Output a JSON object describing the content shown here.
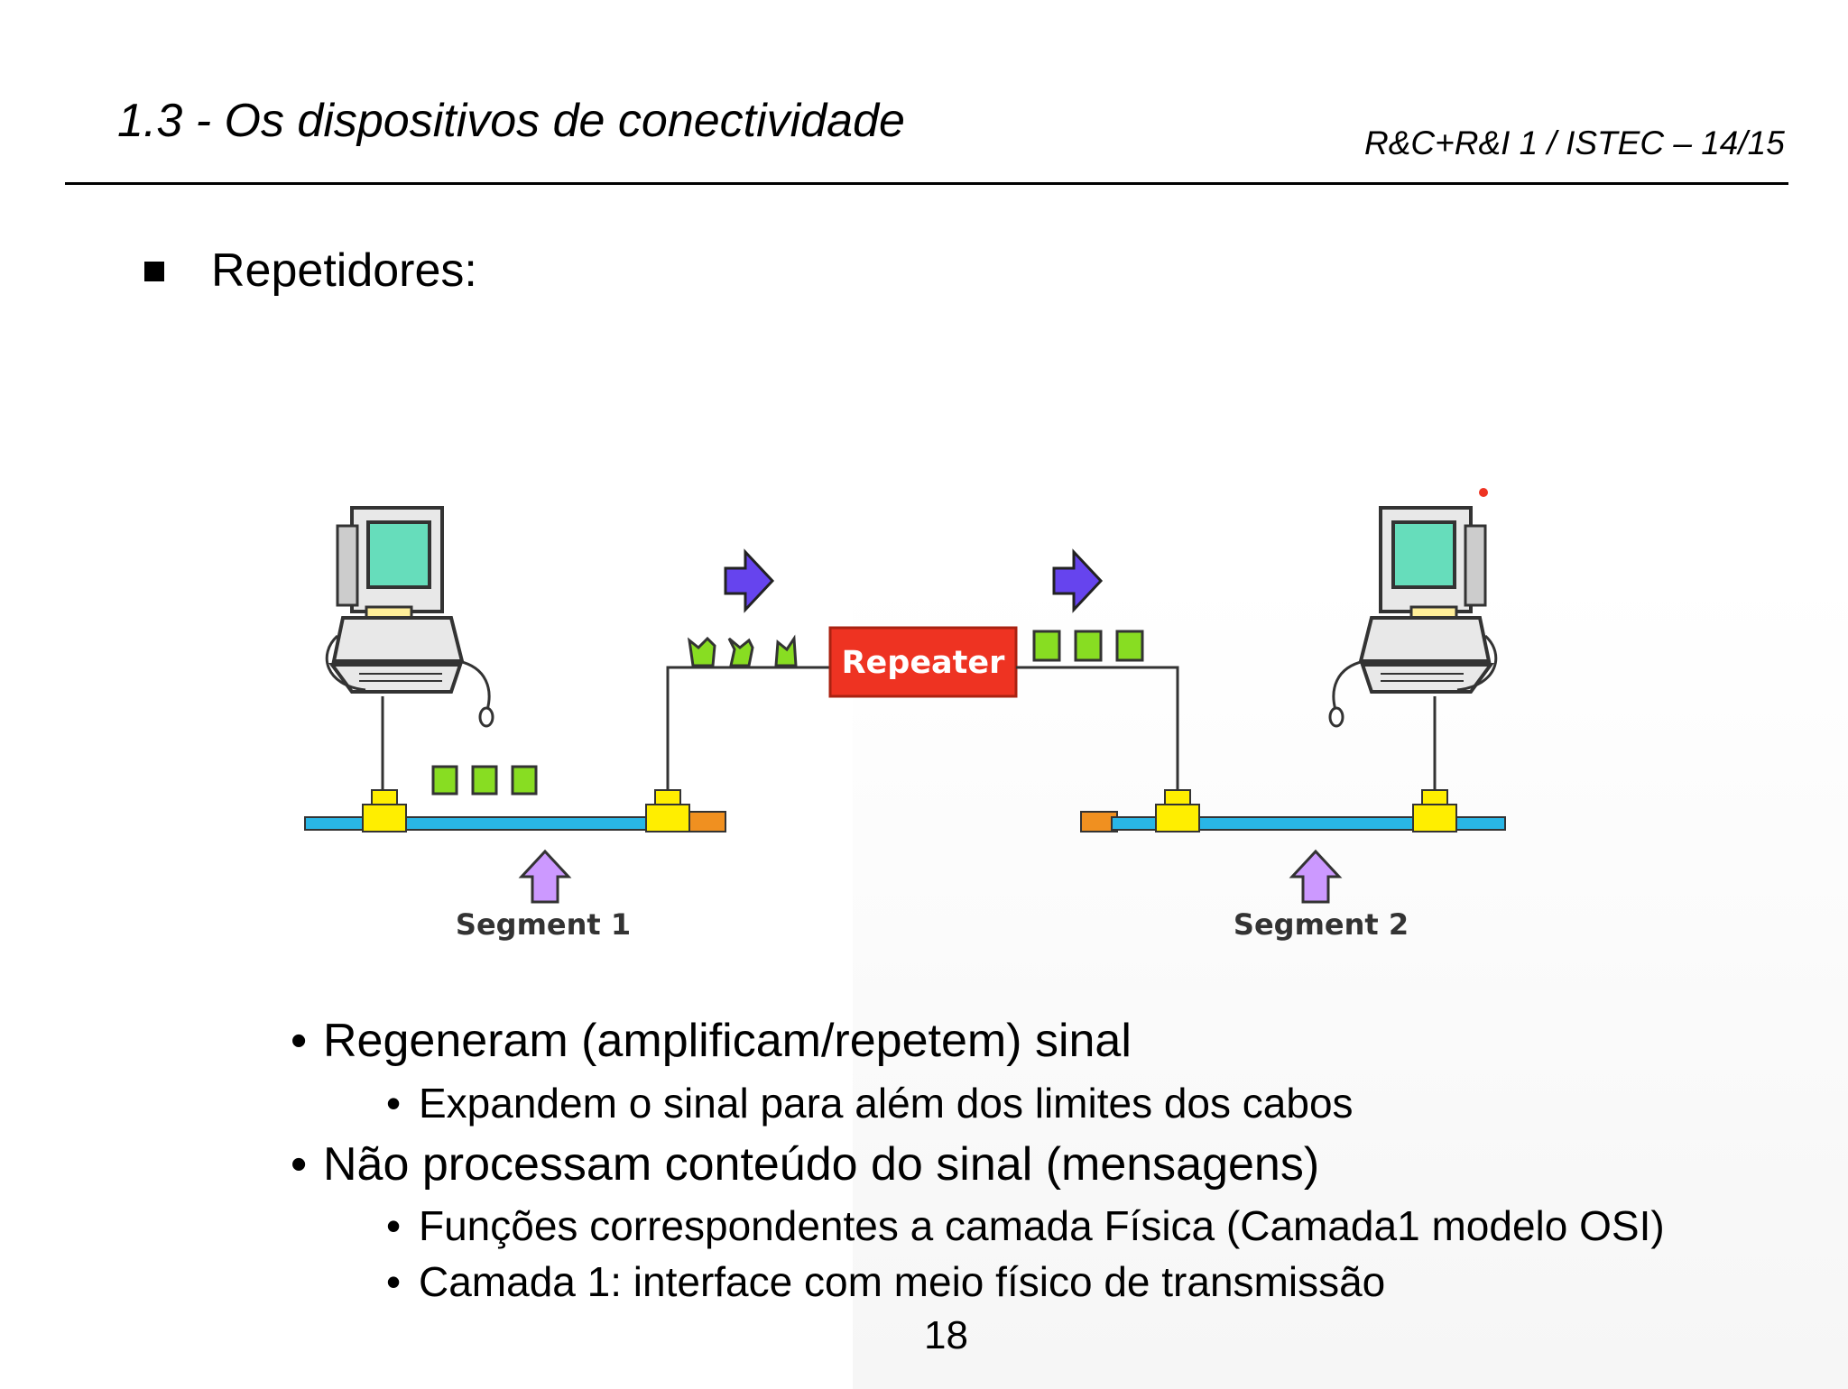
{
  "header": {
    "title": "1.3 - Os dispositivos de conectividade",
    "course_ref": "R&C+R&I 1 / ISTEC – 14/15"
  },
  "section": {
    "heading": "Repetidores:"
  },
  "diagram": {
    "repeater_label": "Repeater",
    "segment1_label": "Segment 1",
    "segment2_label": "Segment 2",
    "colors": {
      "cable": "#29b6e6",
      "repeater": "#ee3322",
      "packet": "#88dd22",
      "tap": "#ffee00",
      "terminator": "#f09020",
      "signal_arrow": "#6644ee",
      "segment_arrow": "#cc99ff",
      "screen": "#66ddbb"
    },
    "icons": [
      "computer-icon",
      "signal-arrow-icon",
      "segment-arrow-icon",
      "packet-icon"
    ]
  },
  "bullets": [
    {
      "bullet": "•",
      "text": "Regeneram (amplificam/repetem) sinal"
    },
    {
      "bullet": "•",
      "text": "Expandem o sinal para além dos limites dos cabos"
    },
    {
      "bullet": "•",
      "text": "Não processam conteúdo do sinal (mensagens)"
    },
    {
      "bullet": "•",
      "text": "Funções correspondentes a camada Física (Camada1 modelo OSI)"
    },
    {
      "bullet": "•",
      "text": "Camada 1: interface com meio físico de transmissão"
    }
  ],
  "footer": {
    "page_number": "18"
  }
}
